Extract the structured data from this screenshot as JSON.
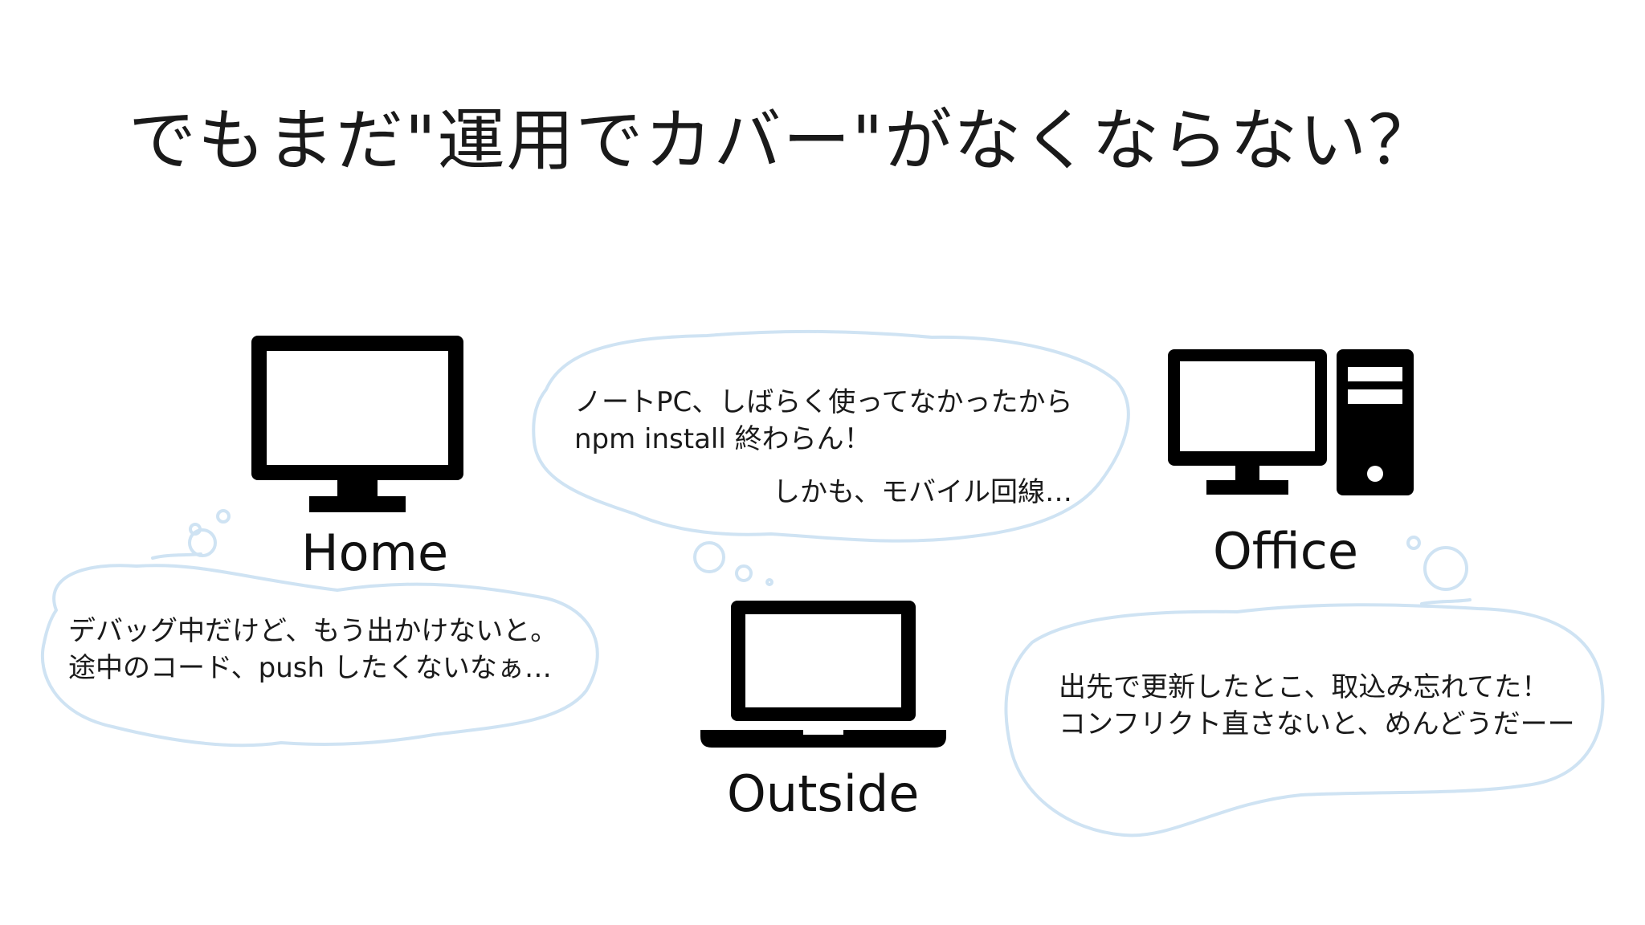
{
  "title": "でもまだ\"運用でカバー\"がなくならない？",
  "colors": {
    "bubble_stroke": "#cfe3f3",
    "icon_fill": "#000000",
    "text": "#1a1a1a"
  },
  "locations": {
    "home": {
      "label": "Home",
      "icon": "desktop-monitor-icon",
      "bubble": {
        "line1": "デバッグ中だけど、もう出かけないと。",
        "line2": "途中のコード、push したくないなぁ…"
      }
    },
    "outside": {
      "label": "Outside",
      "icon": "laptop-icon",
      "bubble": {
        "line1": "ノートPC、しばらく使ってなかったから",
        "line2": "npm install 終わらん！",
        "line3": "しかも、モバイル回線…"
      }
    },
    "office": {
      "label": "Office",
      "icon": "desktop-tower-icon",
      "bubble": {
        "line1": "出先で更新したとこ、取込み忘れてた！",
        "line2": "コンフリクト直さないと、めんどうだーー"
      }
    }
  }
}
